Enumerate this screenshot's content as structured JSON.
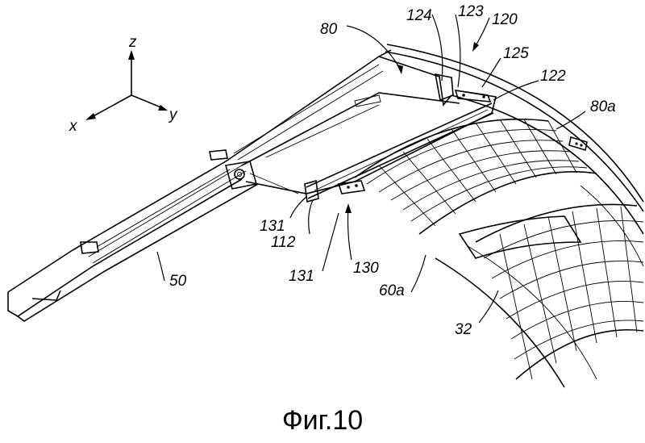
{
  "axes": {
    "z": "z",
    "x": "x",
    "y": "y"
  },
  "labels": {
    "l80": "80",
    "l124": "124",
    "l123": "123",
    "l120": "120",
    "l125": "125",
    "l122": "122",
    "l80a": "80a",
    "l131a": "131",
    "l112": "112",
    "l131b": "131",
    "l130": "130",
    "l60a": "60a",
    "l50": "50",
    "l32": "32"
  },
  "caption": "Фиг.10"
}
